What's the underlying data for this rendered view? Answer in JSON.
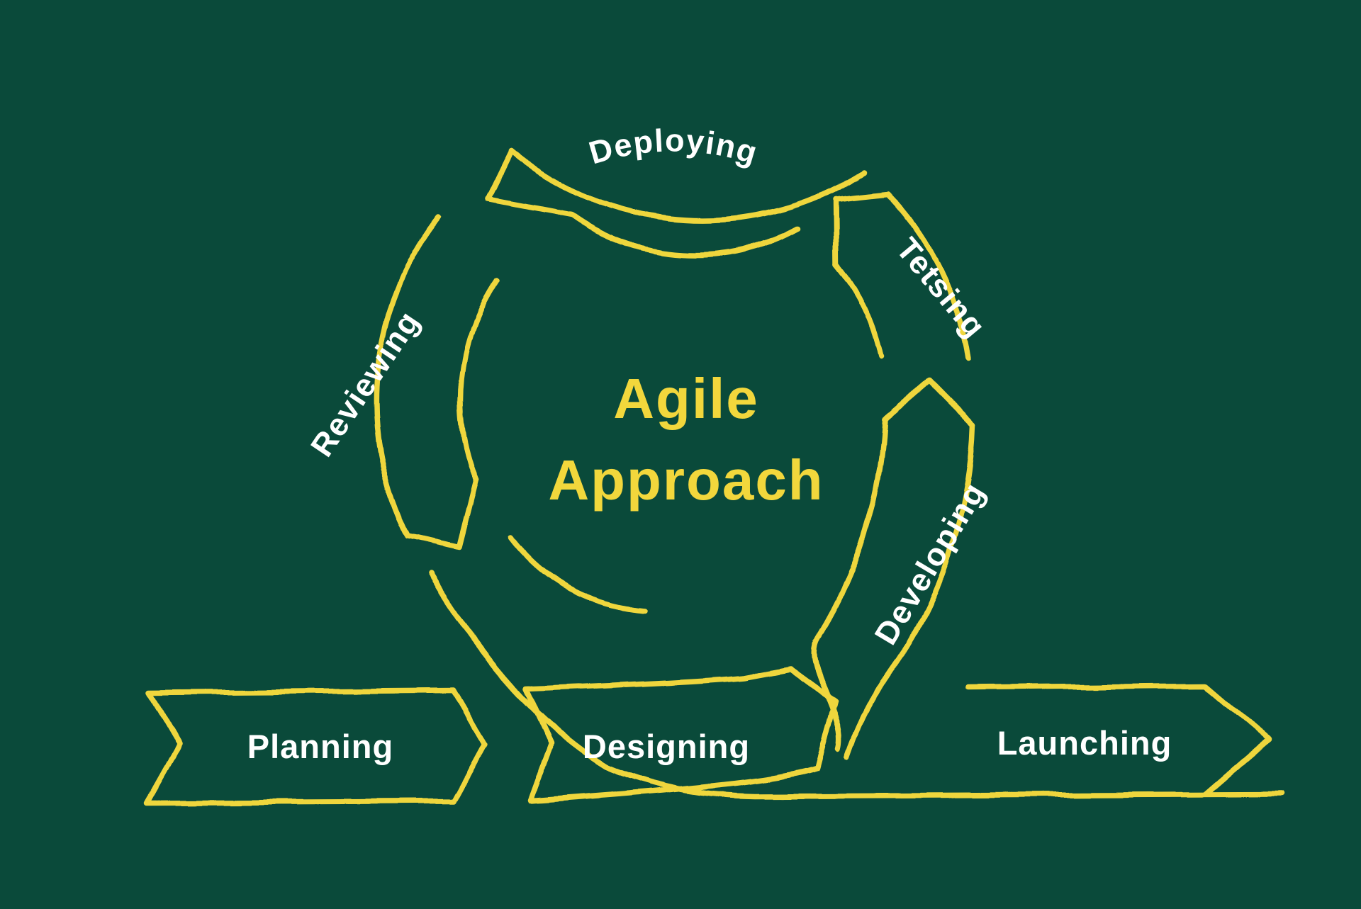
{
  "colors": {
    "background": "#0A4A3A",
    "chalk_yellow": "#EFD63C",
    "title_yellow": "#F2D73C",
    "label_white": "#FFFFFF"
  },
  "title": {
    "line1": "Agile",
    "line2": "Approach"
  },
  "ring_segments": [
    {
      "id": "deploying",
      "label": "Deploying"
    },
    {
      "id": "tetsing",
      "label": "Tetsing"
    },
    {
      "id": "developing",
      "label": "Developing"
    },
    {
      "id": "reviewing",
      "label": "Reviewing"
    }
  ],
  "banners": [
    {
      "id": "planning",
      "label": "Planning"
    },
    {
      "id": "designing",
      "label": "Designing"
    },
    {
      "id": "launching",
      "label": "Launching"
    }
  ]
}
